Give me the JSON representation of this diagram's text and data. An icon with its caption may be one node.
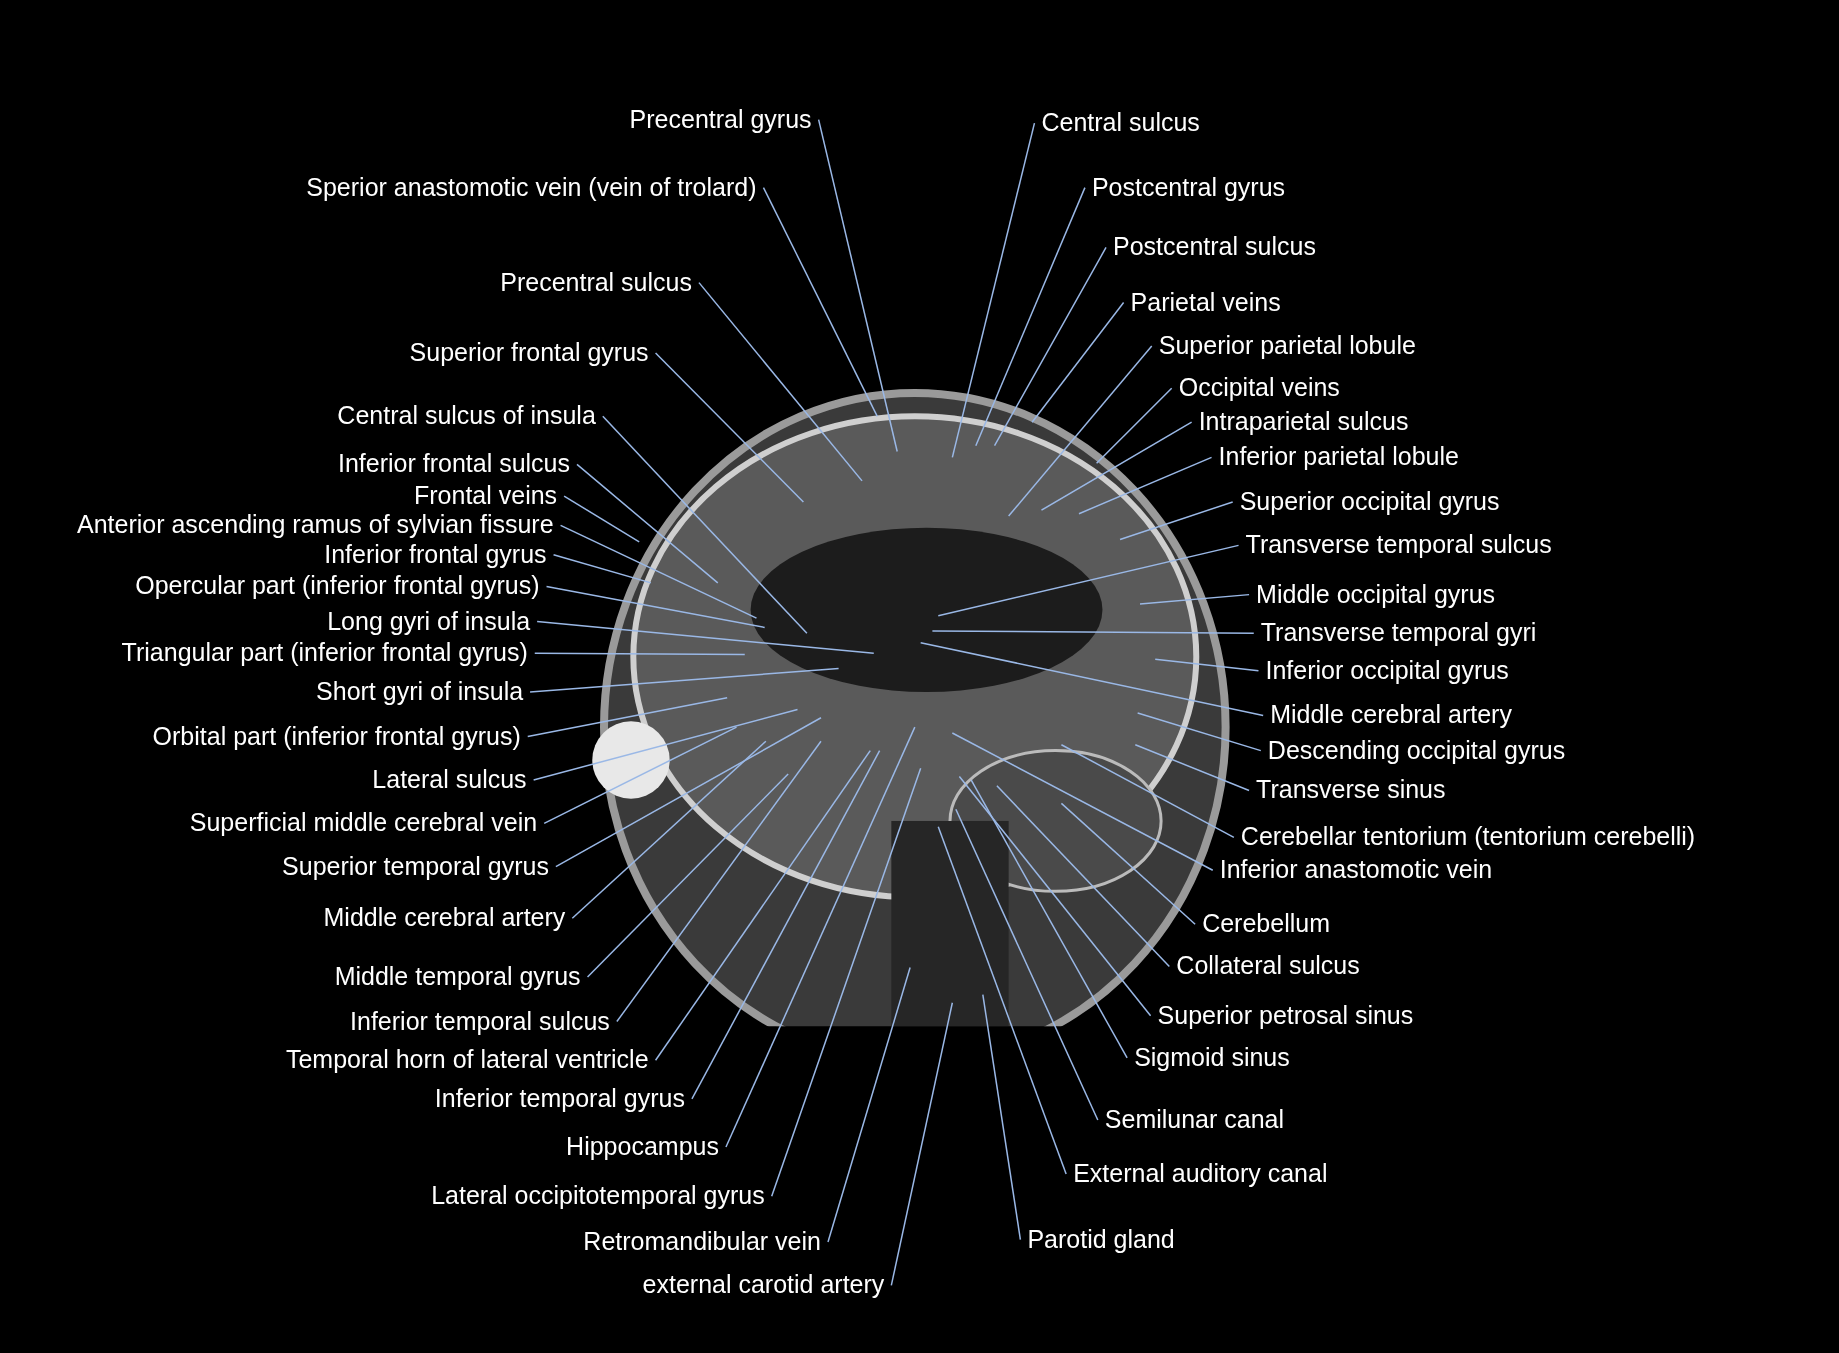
{
  "diagram": {
    "nodes": [
      {
        "text": [],
        "shape": "picture"
      },
      {
        "text": [
          "Precentral gyrus"
        ]
      },
      {
        "text": [
          "Sperior anastomotic vein (vein of trolard)"
        ]
      },
      {
        "text": [
          "Precentral sulcus"
        ]
      },
      {
        "text": [
          "Superior frontal gyrus"
        ]
      },
      {
        "text": [
          "Central sulcus of insula"
        ]
      },
      {
        "text": [
          "Inferior frontal sulcus"
        ]
      },
      {
        "text": [
          "Frontal veins"
        ]
      },
      {
        "text": [
          "Anterior ascending ramus of sylvian fissure"
        ]
      },
      {
        "text": [
          "Inferior frontal gyrus"
        ]
      },
      {
        "text": [
          "Opercular part (inferior frontal gyrus)"
        ]
      },
      {
        "text": [
          "Long gyri of insula"
        ]
      },
      {
        "text": [
          "Triangular part (inferior frontal gyrus)"
        ]
      },
      {
        "text": [
          "Short gyri of insula"
        ]
      },
      {
        "text": [
          "Orbital part (inferior frontal gyrus)"
        ]
      },
      {
        "text": [
          "Lateral sulcus"
        ]
      },
      {
        "text": [
          "Superficial middle cerebral vein"
        ]
      },
      {
        "text": [
          "Superior temporal gyrus"
        ]
      },
      {
        "text": [
          "Middle cerebral artery"
        ]
      },
      {
        "text": [
          "Middle temporal gyrus"
        ]
      },
      {
        "text": [
          "Inferior temporal sulcus"
        ]
      },
      {
        "text": [
          "Temporal horn of lateral ventricle"
        ]
      },
      {
        "text": [
          "Inferior temporal gyrus"
        ]
      },
      {
        "text": [
          "Hippocampus"
        ]
      },
      {
        "text": [
          "Lateral occipitotemporal gyrus"
        ]
      },
      {
        "text": [
          "Retromandibular vein"
        ]
      },
      {
        "text": [
          "external carotid artery"
        ]
      },
      {
        "text": [
          "Central sulcus"
        ]
      },
      {
        "text": [
          "Postcentral gyrus"
        ]
      },
      {
        "text": [
          "Postcentral sulcus"
        ]
      },
      {
        "text": [
          "Parietal veins"
        ]
      },
      {
        "text": [
          "Superior parietal lobule"
        ]
      },
      {
        "text": [
          "Occipital veins"
        ]
      },
      {
        "text": [
          "Intraparietal sulcus"
        ]
      },
      {
        "text": [
          "Inferior parietal lobule"
        ]
      },
      {
        "text": [
          "Superior occipital gyrus"
        ]
      },
      {
        "text": [
          "Transverse temporal sulcus"
        ]
      },
      {
        "text": [
          "Middle occipital gyrus"
        ]
      },
      {
        "text": [
          "Transverse temporal gyri"
        ]
      },
      {
        "text": [
          "Inferior occipital gyrus"
        ]
      },
      {
        "text": [
          "Middle cerebral artery"
        ]
      },
      {
        "text": [
          "Descending occipital gyrus"
        ]
      },
      {
        "text": [
          "Transverse sinus"
        ]
      },
      {
        "text": [
          "Cerebellar tentorium (tentorium cerebelli)"
        ]
      },
      {
        "text": [
          "Inferior anastomotic vein"
        ]
      },
      {
        "text": [
          "Cerebellum"
        ]
      },
      {
        "text": [
          "Collateral sulcus"
        ]
      },
      {
        "text": [
          "Superior petrosal sinus"
        ]
      },
      {
        "text": [
          "Sigmoid sinus"
        ]
      },
      {
        "text": [
          "Semilunar canal"
        ]
      },
      {
        "text": [
          "External auditory canal"
        ]
      },
      {
        "text": [
          "Parotid gland"
        ]
      }
    ],
    "edges": [
      {
        "from": 1,
        "to": 0,
        "arrow": "none"
      },
      {
        "from": 2,
        "to": 0,
        "arrow": "none"
      },
      {
        "from": 3,
        "to": 0,
        "arrow": "none"
      },
      {
        "from": 4,
        "to": 0,
        "arrow": "none"
      },
      {
        "from": 5,
        "to": 0,
        "arrow": "none"
      },
      {
        "from": 6,
        "to": 0,
        "arrow": "none"
      },
      {
        "from": 7,
        "to": 0,
        "arrow": "none"
      },
      {
        "from": 8,
        "to": 0,
        "arrow": "none"
      },
      {
        "from": 9,
        "to": 0,
        "arrow": "none"
      },
      {
        "from": 10,
        "to": 0,
        "arrow": "none"
      },
      {
        "from": 11,
        "to": 0,
        "arrow": "none"
      },
      {
        "from": 12,
        "to": 0,
        "arrow": "none"
      },
      {
        "from": 13,
        "to": 0,
        "arrow": "none"
      },
      {
        "from": 14,
        "to": 0,
        "arrow": "none"
      },
      {
        "from": 15,
        "to": 0,
        "arrow": "none"
      },
      {
        "from": 16,
        "to": 0,
        "arrow": "none"
      },
      {
        "from": 17,
        "to": 0,
        "arrow": "none"
      },
      {
        "from": 18,
        "to": 0,
        "arrow": "none"
      },
      {
        "from": 19,
        "to": 0,
        "arrow": "none"
      },
      {
        "from": 20,
        "to": 0,
        "arrow": "none"
      },
      {
        "from": 21,
        "to": 0,
        "arrow": "none"
      },
      {
        "from": 22,
        "to": 0,
        "arrow": "none"
      },
      {
        "from": 23,
        "to": 0,
        "arrow": "none"
      },
      {
        "from": 24,
        "to": 0,
        "arrow": "none"
      },
      {
        "from": 25,
        "to": 0,
        "arrow": "none"
      },
      {
        "from": 26,
        "to": 0,
        "arrow": "none"
      },
      {
        "from": 27,
        "to": 0,
        "arrow": "none"
      },
      {
        "from": 28,
        "to": 0,
        "arrow": "none"
      },
      {
        "from": 29,
        "to": 0,
        "arrow": "none"
      },
      {
        "from": 30,
        "to": 0,
        "arrow": "none"
      },
      {
        "from": 31,
        "to": 0,
        "arrow": "none"
      },
      {
        "from": 32,
        "to": 0,
        "arrow": "none"
      },
      {
        "from": 33,
        "to": 0,
        "arrow": "none"
      },
      {
        "from": 34,
        "to": 0,
        "arrow": "none"
      },
      {
        "from": 35,
        "to": 0,
        "arrow": "none"
      },
      {
        "from": 36,
        "to": 0,
        "arrow": "none"
      },
      {
        "from": 37,
        "to": 0,
        "arrow": "none"
      },
      {
        "from": 38,
        "to": 0,
        "arrow": "none"
      },
      {
        "from": 39,
        "to": 0,
        "arrow": "none"
      },
      {
        "from": 40,
        "to": 0,
        "arrow": "none"
      },
      {
        "from": 41,
        "to": 0,
        "arrow": "none"
      },
      {
        "from": 42,
        "to": 0,
        "arrow": "none"
      },
      {
        "from": 43,
        "to": 0,
        "arrow": "none"
      },
      {
        "from": 44,
        "to": 0,
        "arrow": "none"
      },
      {
        "from": 45,
        "to": 0,
        "arrow": "none"
      },
      {
        "from": 46,
        "to": 0,
        "arrow": "none"
      },
      {
        "from": 47,
        "to": 0,
        "arrow": "none"
      },
      {
        "from": 48,
        "to": 0,
        "arrow": "none"
      },
      {
        "from": 49,
        "to": 0,
        "arrow": "none"
      },
      {
        "from": 50,
        "to": 0,
        "arrow": "none"
      },
      {
        "from": 51,
        "to": 0,
        "arrow": "none"
      }
    ]
  }
}
